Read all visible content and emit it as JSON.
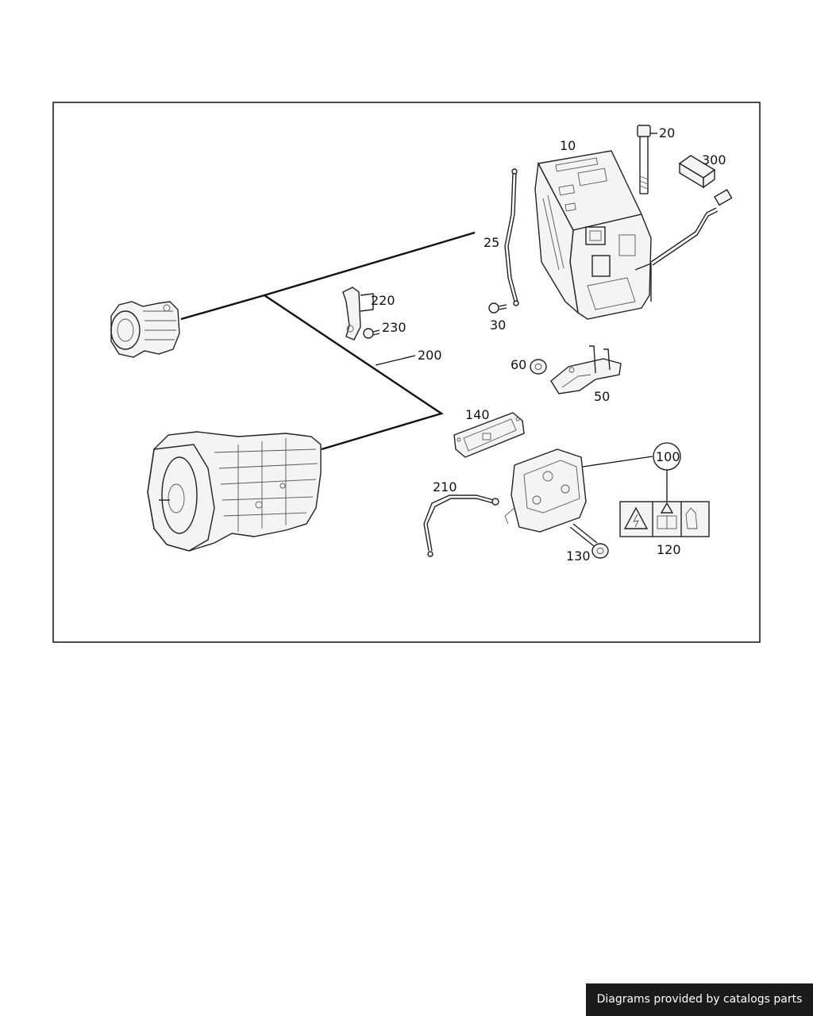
{
  "callouts": {
    "c10": "10",
    "c20": "20",
    "c25": "25",
    "c30": "30",
    "c50": "50",
    "c60": "60",
    "c100": "100",
    "c120": "120",
    "c130": "130",
    "c140": "140",
    "c200": "200",
    "c210": "210",
    "c220": "220",
    "c230": "230",
    "c300": "300"
  },
  "footer": {
    "text": "Diagrams provided by catalogs parts"
  }
}
